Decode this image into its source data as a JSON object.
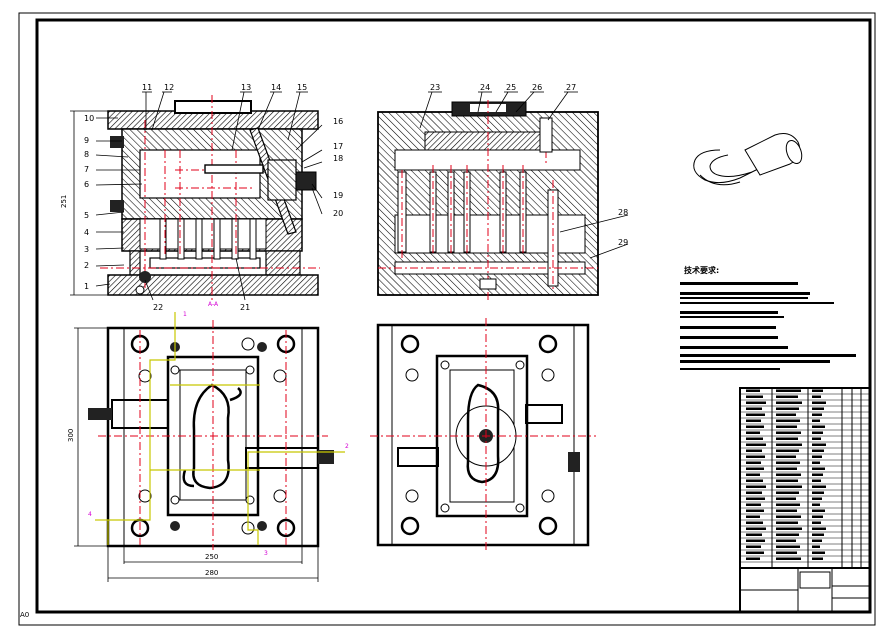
{
  "drawing": {
    "sheet_code": "A0",
    "callouts_front": [
      "1",
      "2",
      "3",
      "4",
      "5",
      "6",
      "7",
      "8",
      "9",
      "10",
      "11",
      "12",
      "13",
      "14",
      "15",
      "16",
      "17",
      "18",
      "19",
      "20",
      "21",
      "22"
    ],
    "callouts_side": [
      "23",
      "24",
      "25",
      "26",
      "27",
      "28",
      "29"
    ],
    "dims": {
      "height_front": "251",
      "width_plan_inner": "250",
      "width_plan_outer": "280",
      "height_plan": "300"
    },
    "markers": [
      "1",
      "2",
      "3",
      "4"
    ],
    "tech_title": "技术要求:",
    "colors": {
      "line": "#000000",
      "center_line": "#e0001a",
      "cooling": "#c8c800",
      "marker": "#d400d4",
      "hatch": "#000000"
    }
  }
}
